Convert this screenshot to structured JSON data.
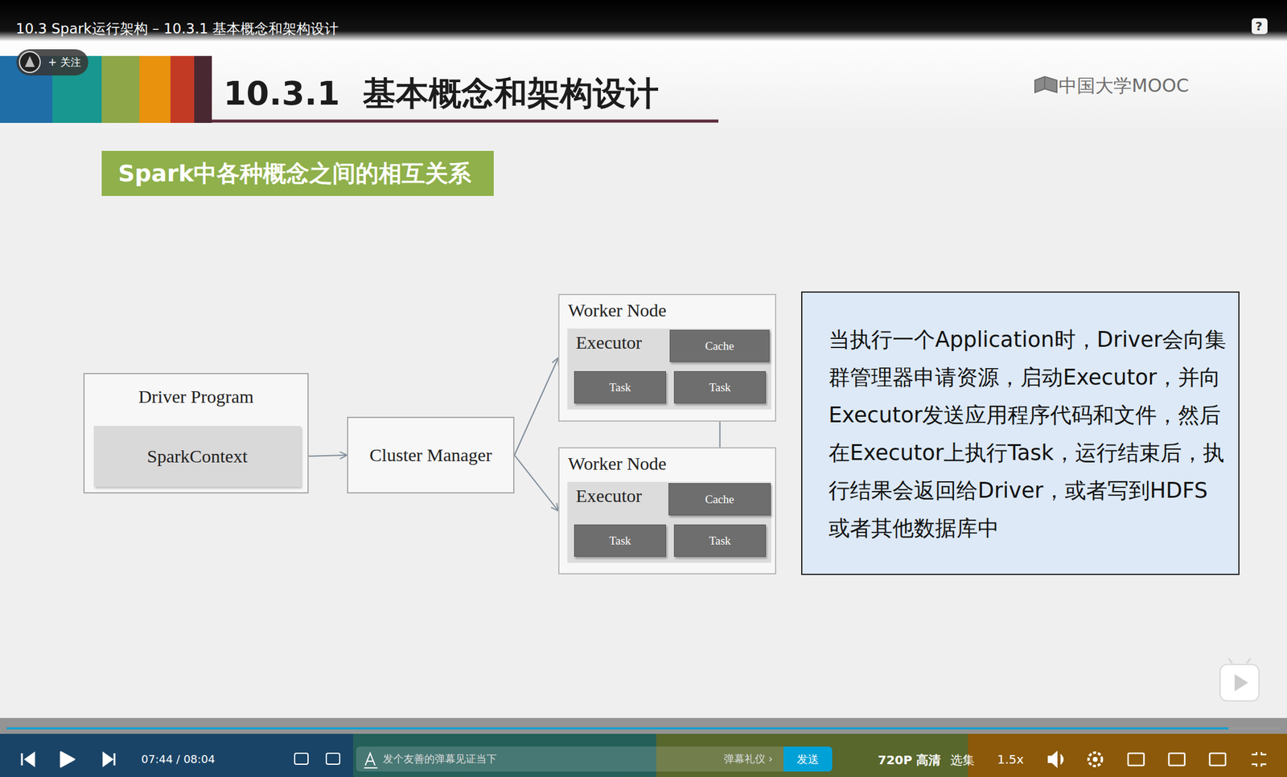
{
  "diagram": {
    "title": "10.3.1  基本概念和架构设计",
    "nodes": [
      {
        "text": [
          "+ 关注"
        ]
      },
      {
        "text": [
          "Spark中各种概念之间的相互关系"
        ]
      },
      {
        "text": [
          "Driver Program"
        ]
      },
      {
        "text": [
          "SparkContext"
        ],
        "in": 2
      },
      {
        "text": [
          "Cluster Manager"
        ]
      },
      {
        "text": [
          "Worker Node"
        ]
      },
      {
        "text": [
          "Executor"
        ],
        "in": 5
      },
      {
        "text": [
          "Cache"
        ],
        "in": 6
      },
      {
        "text": [
          "Task"
        ],
        "in": 6
      },
      {
        "text": [
          "Task"
        ],
        "in": 6
      },
      {
        "text": [
          "Worker Node"
        ]
      },
      {
        "text": [
          "Executor"
        ],
        "in": 10
      },
      {
        "text": [
          "Cache"
        ],
        "in": 11
      },
      {
        "text": [
          "Task"
        ],
        "in": 11
      },
      {
        "text": [
          "Task"
        ],
        "in": 11
      },
      {
        "text": [
          "当执行一个Application时，Driver会向集群管理器申请资源，启动Executor，并向Executor发送应用程序代码和文件，然后在Executor上执行Task，运行结束后，执行结果会返回给Driver，或者写到HDFS或者其他数据库中"
        ]
      },
      {
        "text": [
          "发个友善的弹幕见证当下",
          "弹幕礼仪 ›"
        ]
      },
      {
        "text": [
          "发送"
        ]
      }
    ],
    "edges": [
      {
        "from": 3,
        "to": 4,
        "arrow": "both"
      },
      {
        "from": 4,
        "to": 5,
        "arrow": "to"
      },
      {
        "from": 4,
        "to": 10,
        "arrow": "to"
      },
      {
        "from": 9,
        "to": 12,
        "arrow": "both"
      }
    ],
    "labels": [
      "10.3 Spark运行架构 – 10.3.1 基本概念和架构设计",
      "?",
      "中国大学MOOC",
      "07:44 / 08:04",
      "720P 高清",
      "选集",
      "1.5x"
    ]
  }
}
